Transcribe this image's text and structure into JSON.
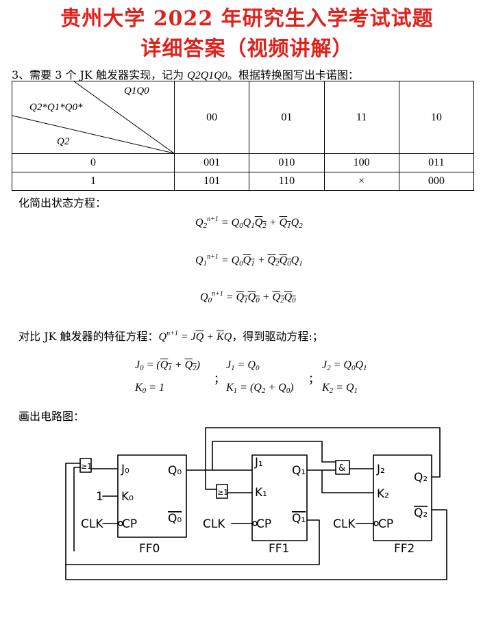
{
  "title": {
    "line1": "贵州大学 2022 年研究生入学考试试题",
    "line2": "详细答案（视频讲解）"
  },
  "intro": {
    "prefix": "3、需要 3 个 JK 触发器实现，记为 ",
    "vars": "Q2Q1Q0",
    "suffix": "。根据转换图写出卡诺图："
  },
  "kmap": {
    "header_col": "Q1Q0",
    "header_state": "Q2*Q1*Q0*",
    "header_row": "Q2",
    "columns": [
      "00",
      "01",
      "11",
      "10"
    ],
    "rows": [
      {
        "label": "0",
        "cells": [
          "001",
          "010",
          "100",
          "011"
        ]
      },
      {
        "label": "1",
        "cells": [
          "101",
          "110",
          "×",
          "000"
        ]
      }
    ]
  },
  "simplify_label": "化简出状态方程：",
  "state_equations": [
    "Q2n+1 = Q0Q1Q2' + Q1'Q2",
    "Q1n+1 = Q0Q1' + Q2'Q0'Q1",
    "Q0n+1 = Q1'Q0' + Q2'Q0'"
  ],
  "compare_text": {
    "prefix": "对比 JK 触发器的特征方程：",
    "suffix": "，得到驱动方程:；"
  },
  "drive_equations": {
    "j0": "J0 = (Q1' + Q2')",
    "k0": "K0 = 1",
    "j1": "J1 = Q0",
    "k1": "K1 = (Q2 + Q0)",
    "j2": "J2 = Q0Q1",
    "k2": "K2 = Q1",
    "sep": "；"
  },
  "draw_label": "画出电路图：",
  "circuit": {
    "ff0": {
      "name": "FF0",
      "j": "J₀",
      "k": "K₀",
      "cp": "CP",
      "q": "Q₀",
      "qb": "Q₀",
      "clk": "CLK",
      "one": "1"
    },
    "ff1": {
      "name": "FF1",
      "j": "J₁",
      "k": "K₁",
      "cp": "CP",
      "q": "Q₁",
      "qb": "Q₁",
      "clk": "CLK"
    },
    "ff2": {
      "name": "FF2",
      "j": "J₂",
      "k": "K₂",
      "cp": "CP",
      "q": "Q₂",
      "qb": "Q₂",
      "clk": "CLK"
    },
    "and_gate": "&",
    "or_gate": "≥1"
  }
}
